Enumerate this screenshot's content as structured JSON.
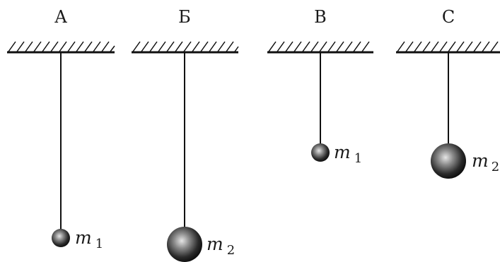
{
  "pendulums": [
    {
      "id": "A",
      "label": "A",
      "mass_symbol": "m",
      "mass_subscript": "1",
      "relative_length": "long",
      "relative_mass": "small"
    },
    {
      "id": "B",
      "label": "Б",
      "mass_symbol": "m",
      "mass_subscript": "2",
      "relative_length": "long",
      "relative_mass": "large"
    },
    {
      "id": "V",
      "label": "В",
      "mass_symbol": "m",
      "mass_subscript": "1",
      "relative_length": "short",
      "relative_mass": "small"
    },
    {
      "id": "C",
      "label": "С",
      "mass_symbol": "m",
      "mass_subscript": "2",
      "relative_length": "short",
      "relative_mass": "large"
    }
  ]
}
